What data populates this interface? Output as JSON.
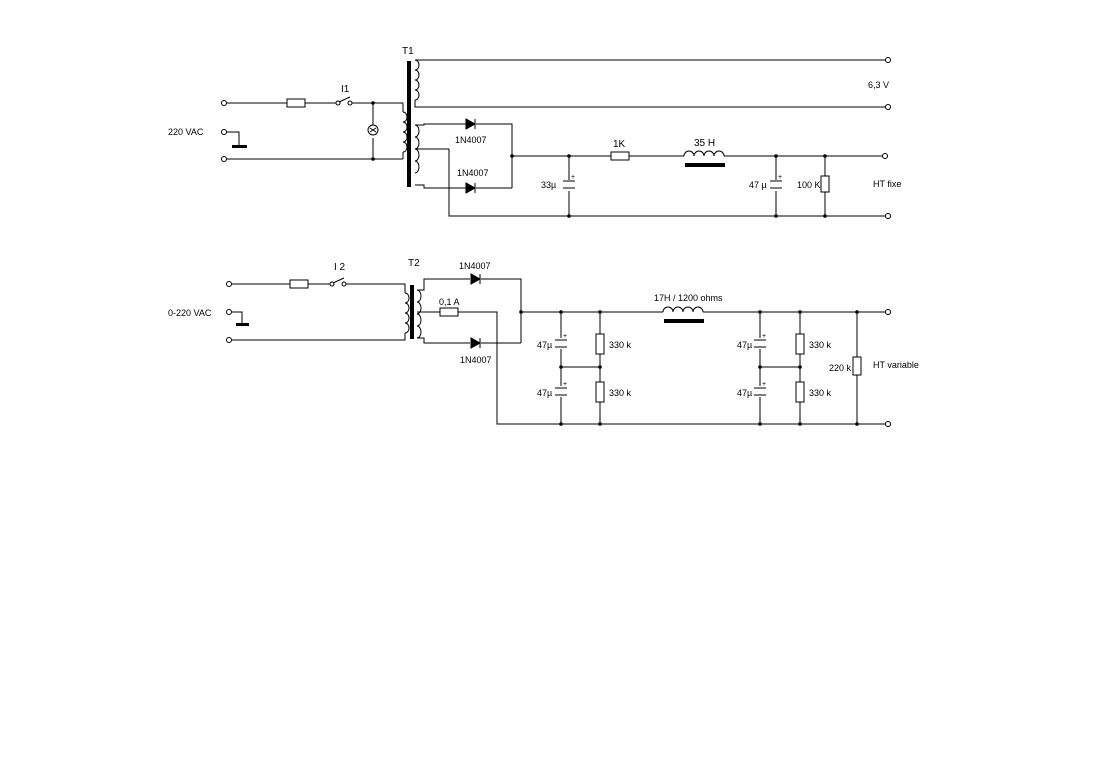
{
  "circuit1": {
    "transformer_label": "T1",
    "switch_label": "I1",
    "input_label": "220 VAC",
    "heater_label": "6,3 V",
    "diode_top_label": "1N4007",
    "diode_bottom_label": "1N4007",
    "cap1_label": "33µ",
    "resistor_label": "1K",
    "choke_label": "35 H",
    "cap2_label": "47 µ",
    "bleeder_label": "100 K",
    "output_label": "HT fixe"
  },
  "circuit2": {
    "transformer_label": "T2",
    "switch_label": "I 2",
    "input_label": "0-220 VAC",
    "fuse_label": "0,1 A",
    "diode_top_label": "1N4007",
    "diode_bottom_label": "1N4007",
    "choke_label": "17H / 1200 ohms",
    "cap_in_top_label": "47µ",
    "cap_in_bottom_label": "47µ",
    "res_in_top_label": "330 k",
    "res_in_bottom_label": "330 k",
    "cap_out_top_label": "47µ",
    "cap_out_bottom_label": "47µ",
    "res_out_top_label": "330 k",
    "res_out_bottom_label": "330 k",
    "load_label": "220 k",
    "output_label": "HT variable"
  }
}
